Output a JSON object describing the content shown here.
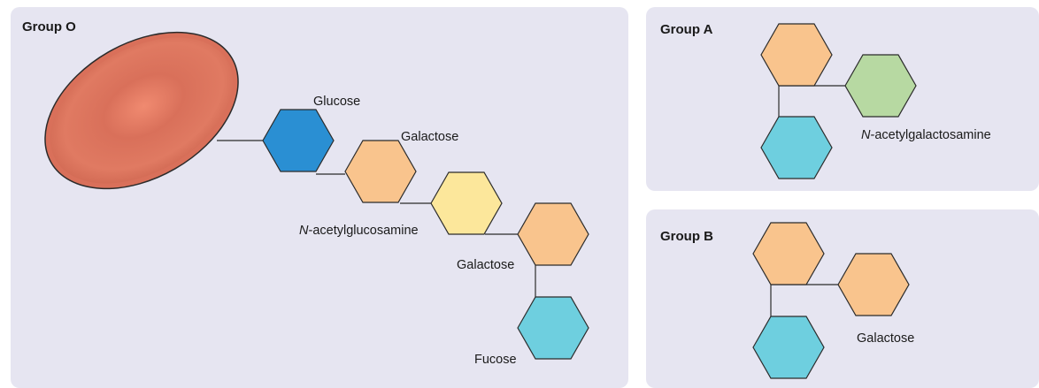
{
  "groups": {
    "o": {
      "title": "Group O"
    },
    "a": {
      "title": "Group A"
    },
    "b": {
      "title": "Group B"
    }
  },
  "labels": {
    "glucose": "Glucose",
    "galactose_1": "Galactose",
    "n_acetylglucosamine_prefix": "N",
    "n_acetylglucosamine_rest": "-acetylglucosamine",
    "galactose_2": "Galactose",
    "fucose": "Fucose",
    "n_acetylgalactosamine_prefix": "N",
    "n_acetylgalactosamine_rest": "-acetylgalactosamine",
    "galactose_b": "Galactose"
  },
  "colors": {
    "panel": "#e6e5f1",
    "cell": "#d9705a",
    "glucose": "#2a8fd3",
    "galactose": "#f9c48d",
    "n_acetylglucosamine": "#fce79b",
    "fucose": "#6ecfdf",
    "n_acetylgalactosamine": "#b7d9a2"
  }
}
